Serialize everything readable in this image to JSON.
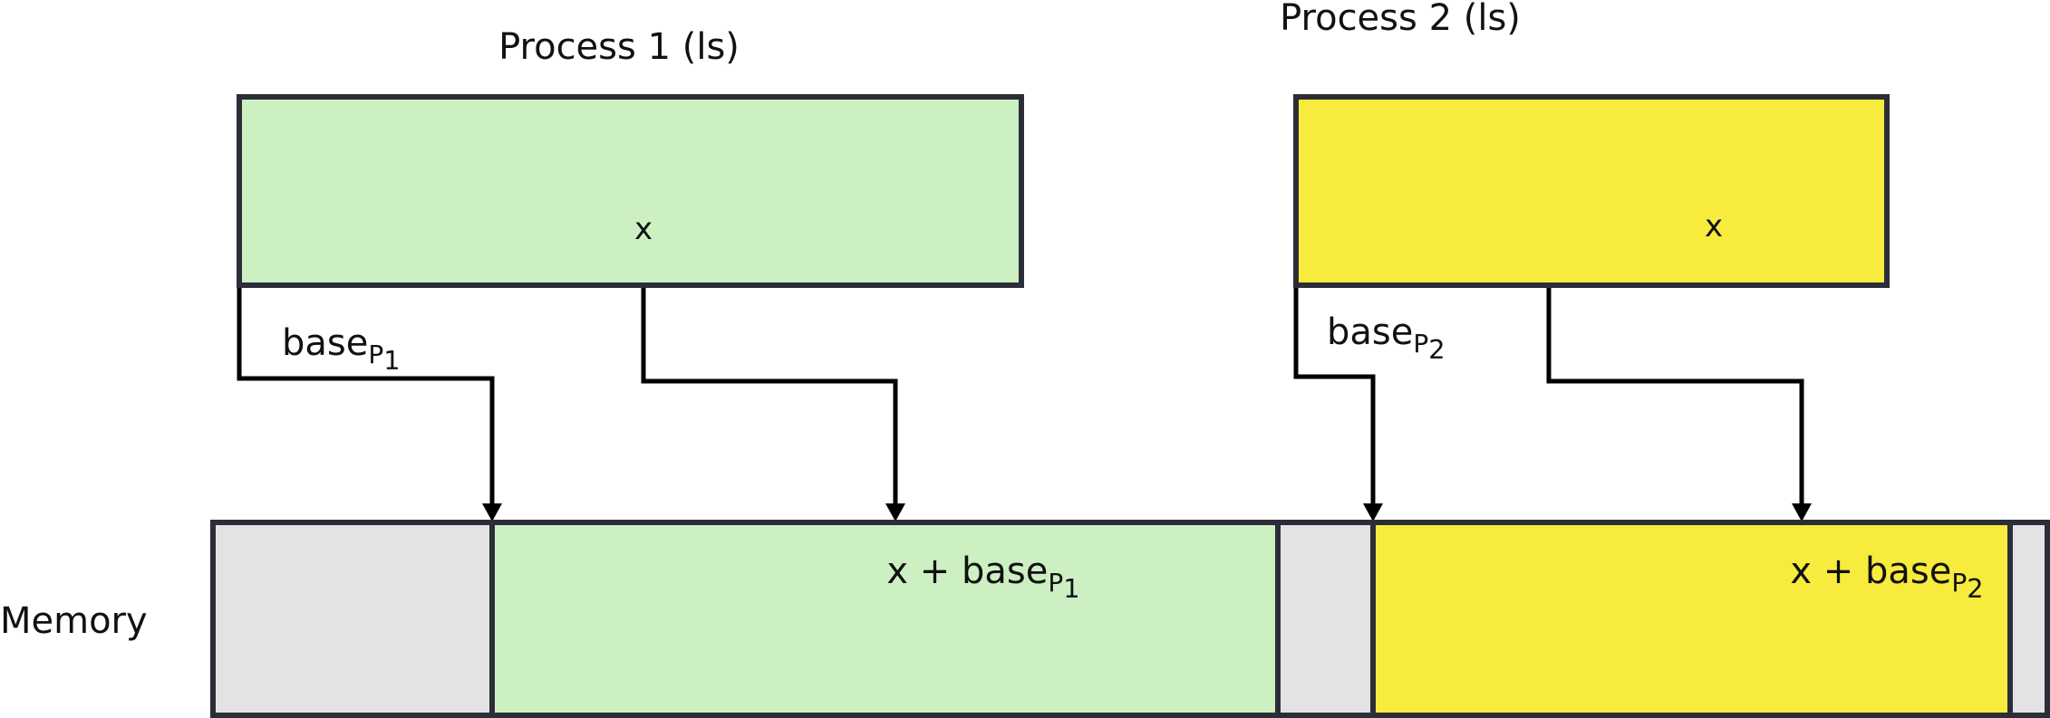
{
  "diagram": {
    "type": "memory-base-register-relocation",
    "process1": {
      "title": "Process 1 (ls)",
      "virtual_address_label": "x",
      "base_register": {
        "text": "base",
        "sub": "P",
        "subsub": "1"
      }
    },
    "process2": {
      "title": "Process 2 (ls)",
      "virtual_address_label": "x",
      "base_register": {
        "text": "base",
        "sub": "P",
        "subsub": "2"
      }
    },
    "memory": {
      "label": "Memory",
      "process1_region_label": {
        "text": "x + base",
        "sub": "P",
        "subsub": "1"
      },
      "process2_region_label": {
        "text": "x + base",
        "sub": "P",
        "subsub": "2"
      }
    },
    "colors": {
      "process1_fill": "#cdf0c3",
      "process2_fill": "#f7eb3d",
      "free_memory_fill": "#e3e3e3",
      "outline": "#2b2d38",
      "arrow": "#000000",
      "background": "#ffffff"
    }
  }
}
